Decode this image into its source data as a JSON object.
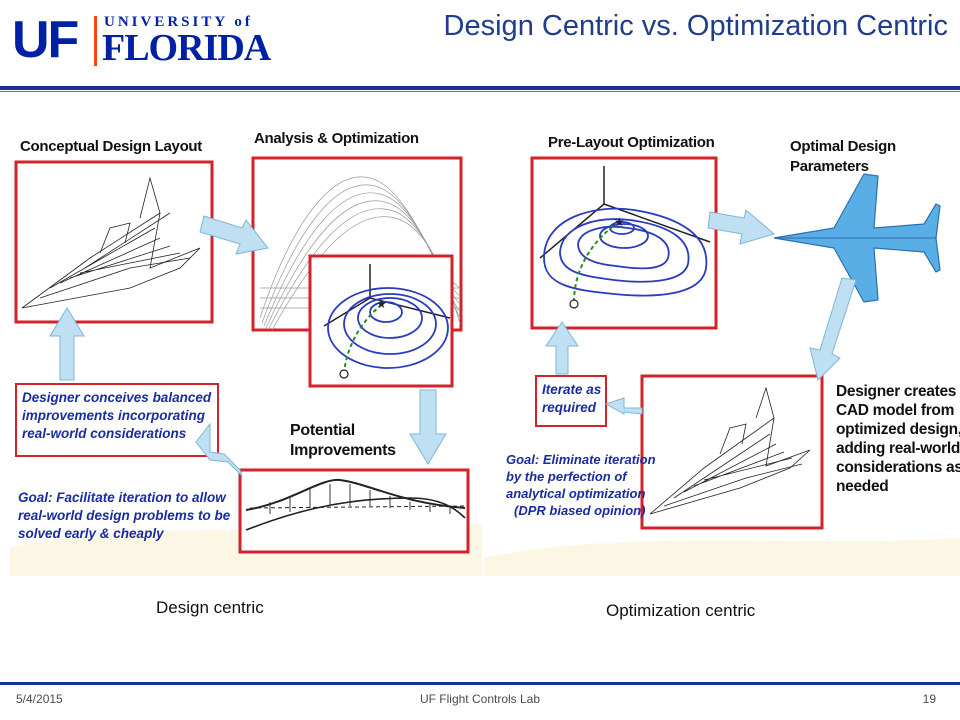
{
  "header": {
    "logo_uf": "UF",
    "logo_university": "UNIVERSITY of",
    "logo_florida": "FLORIDA",
    "title": "Design Centric vs. Optimization Centric",
    "colors": {
      "primary": "#17309a",
      "accent": "#fa4616",
      "title": "#1f3d8c"
    }
  },
  "left": {
    "label_conceptual": "Conceptual Design Layout",
    "label_analysis": "Analysis & Optimization",
    "label_potential_1": "Potential",
    "label_potential_2": "Improvements",
    "note_designer_1": "Designer conceives balanced",
    "note_designer_2": "improvements incorporating",
    "note_designer_3": "real-world considerations",
    "goal_1": "Goal: Facilitate iteration to allow",
    "goal_2": "real-world design problems to be",
    "goal_3": "solved early & cheaply",
    "caption": "Design centric"
  },
  "right": {
    "label_prelayout": "Pre-Layout Optimization",
    "label_optimal_1": "Optimal Design",
    "label_optimal_2": "Parameters",
    "note_iterate_1": "Iterate as",
    "note_iterate_2": "required",
    "designer_1": "Designer creates",
    "designer_2": "CAD model from",
    "designer_3": "optimized design,",
    "designer_4": "adding real-world",
    "designer_5": "considerations as",
    "designer_6": "needed",
    "goal_1": "Goal: Eliminate iteration",
    "goal_2": "by the perfection of",
    "goal_3": "analytical optimization",
    "goal_4": "(DPR biased opinion)",
    "caption": "Optimization centric"
  },
  "footer": {
    "date": "5/4/2015",
    "lab": "UF Flight Controls Lab",
    "page": "19"
  }
}
